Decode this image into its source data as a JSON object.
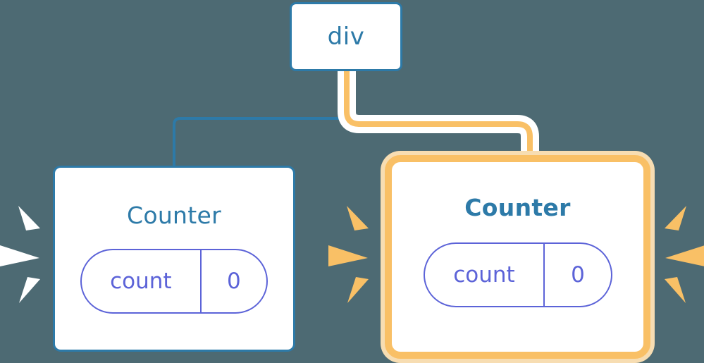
{
  "diagram": {
    "title": "React component tree re-render highlight",
    "background_color": "#4d6a73"
  },
  "colors": {
    "background": "#4d6a73",
    "node_blue": "#2d7aa8",
    "pill_purple": "#5c63d8",
    "highlight_orange": "#f9c066",
    "highlight_orange_outer": "#f7ddb2",
    "sparkle_white": "#ffffff",
    "sparkle_orange": "#f9c066",
    "node_fill": "#ffffff"
  },
  "nodes": {
    "root": {
      "label": "div",
      "type": "element"
    },
    "left_counter": {
      "title": "Counter",
      "state": {
        "key": "count",
        "value": "0"
      },
      "highlighted": false,
      "sparkle_color": "#ffffff"
    },
    "right_counter": {
      "title": "Counter",
      "state": {
        "key": "count",
        "value": "0"
      },
      "highlighted": true,
      "sparkle_color": "#f9c066"
    }
  },
  "edges": [
    {
      "from": "div",
      "to": "left_counter",
      "color": "#2d7aa8",
      "style": "thin"
    },
    {
      "from": "div",
      "to": "right_counter",
      "color": "#f9c066",
      "style": "thick-haloed"
    }
  ]
}
